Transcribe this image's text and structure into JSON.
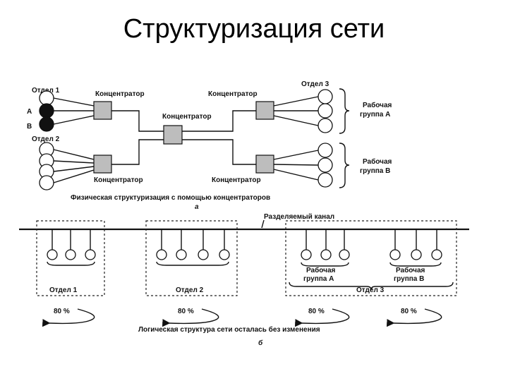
{
  "title": "Структуризация сети",
  "top_diagram": {
    "dept1": "Отдел 1",
    "dept2": "Отдел 2",
    "dept3": "Отдел 3",
    "node_a": "A",
    "node_b": "B",
    "hub": "Концентратор",
    "group_a": [
      "Рабочая",
      "группа А"
    ],
    "group_b": [
      "Рабочая",
      "группа В"
    ],
    "caption": "Физическая структуризация с помощью концентраторов",
    "letter": "а"
  },
  "bottom_diagram": {
    "shared_channel": "Разделяемый канал",
    "dept1": "Отдел 1",
    "dept2": "Отдел 2",
    "dept3": "Отдел 3",
    "group_a": [
      "Рабочая",
      "группа А"
    ],
    "group_b": [
      "Рабочая",
      "группа В"
    ],
    "traffic": "80 %",
    "caption": "Логическая структура сети осталась без изменения",
    "letter": "б"
  }
}
